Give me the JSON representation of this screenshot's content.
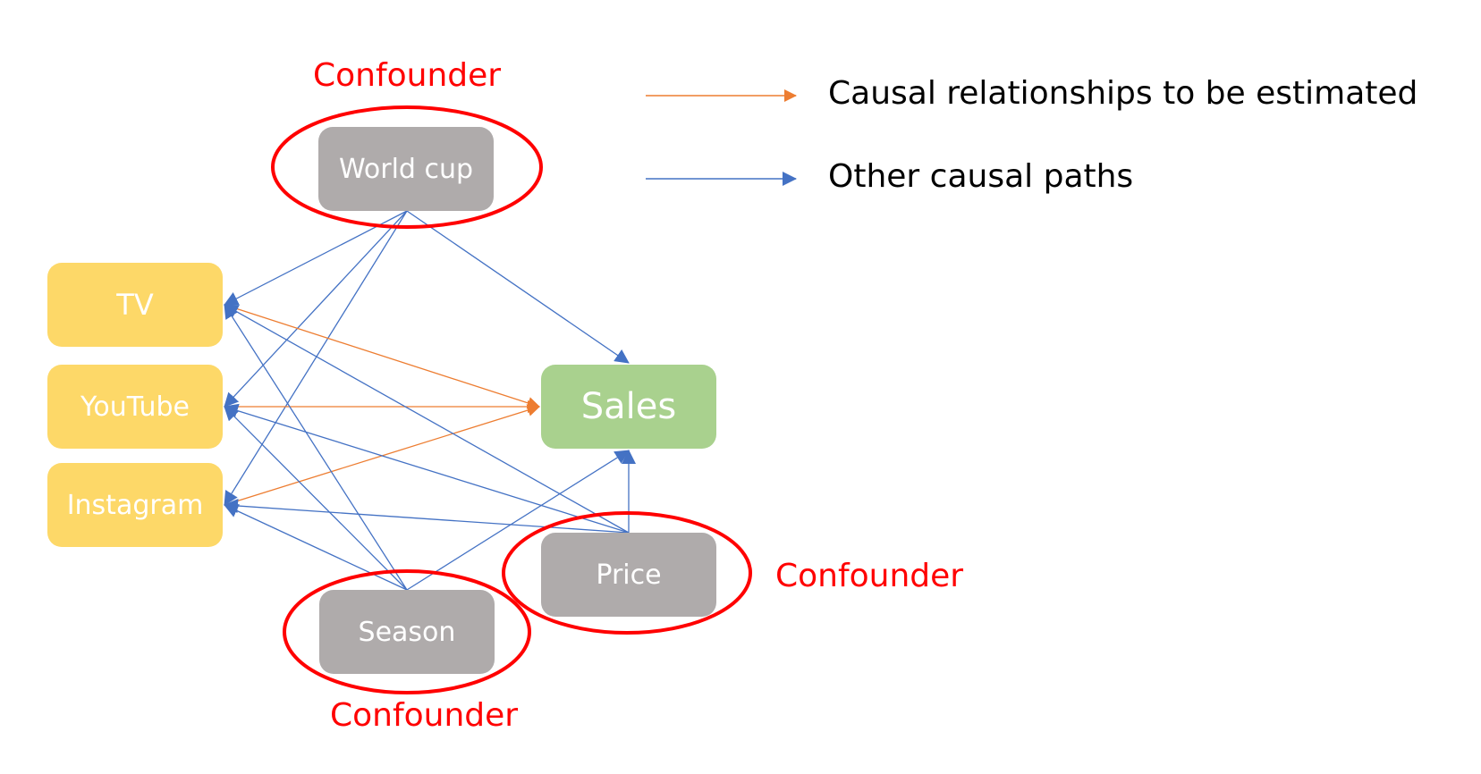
{
  "colors": {
    "estimated_edge": "#ed7d31",
    "other_edge": "#4472c4",
    "media_node": "#fdd868",
    "confounder_node": "#afabab",
    "outcome_node": "#a9d18e",
    "highlight": "#ff0000"
  },
  "nodes": {
    "world_cup": "World cup",
    "tv": "TV",
    "youtube": "YouTube",
    "instagram": "Instagram",
    "sales": "Sales",
    "price": "Price",
    "season": "Season"
  },
  "annotations": {
    "world_cup_label": "Confounder",
    "price_label": "Confounder",
    "season_label": "Confounder"
  },
  "legend": {
    "estimated": "Causal relationships to be estimated",
    "other": "Other causal paths"
  },
  "edges": [
    {
      "from": "world_cup",
      "to": "tv",
      "type": "other"
    },
    {
      "from": "world_cup",
      "to": "youtube",
      "type": "other"
    },
    {
      "from": "world_cup",
      "to": "instagram",
      "type": "other"
    },
    {
      "from": "world_cup",
      "to": "sales",
      "type": "other"
    },
    {
      "from": "tv",
      "to": "sales",
      "type": "estimated"
    },
    {
      "from": "youtube",
      "to": "sales",
      "type": "estimated"
    },
    {
      "from": "instagram",
      "to": "sales",
      "type": "estimated"
    },
    {
      "from": "season",
      "to": "tv",
      "type": "other"
    },
    {
      "from": "season",
      "to": "youtube",
      "type": "other"
    },
    {
      "from": "season",
      "to": "instagram",
      "type": "other"
    },
    {
      "from": "season",
      "to": "sales",
      "type": "other"
    },
    {
      "from": "price",
      "to": "tv",
      "type": "other"
    },
    {
      "from": "price",
      "to": "youtube",
      "type": "other"
    },
    {
      "from": "price",
      "to": "instagram",
      "type": "other"
    },
    {
      "from": "price",
      "to": "sales",
      "type": "other"
    }
  ]
}
